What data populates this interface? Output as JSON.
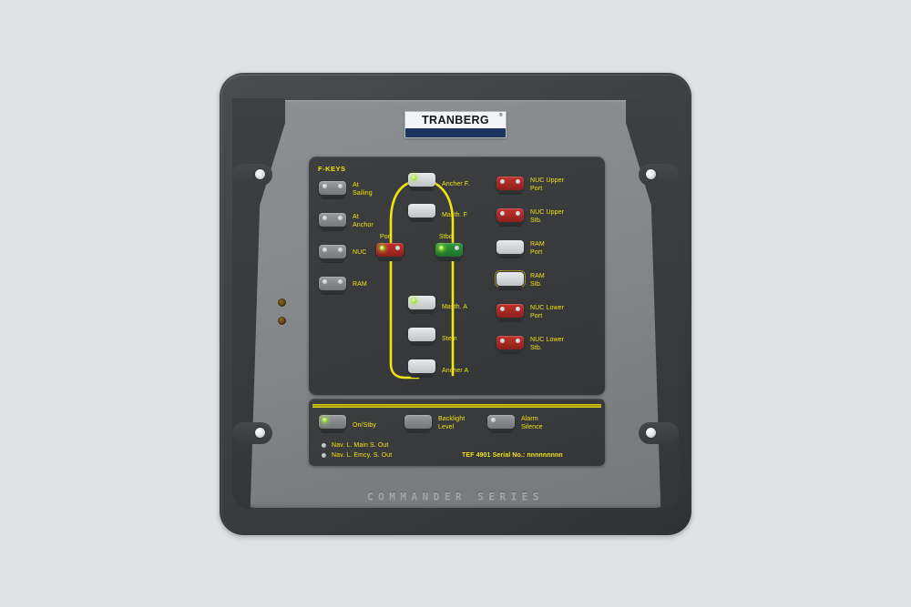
{
  "device": {
    "brand": "TRANBERG",
    "brand_registered_mark": "®",
    "series_text": "COMMANDER SERIES",
    "model_serial": "TEF 4901 Serial No.: nnnnnnnnn",
    "brand_bar_color": "#1b355e",
    "label_color": "#f2e312",
    "bezel_color": "#3b3d3f",
    "faceplate_color": "#84878a"
  },
  "panel": {
    "fkeys_header": "F-KEYS",
    "fkeys": [
      {
        "label": "At\nSailing",
        "style": "gray",
        "led_left": "dim",
        "led_right": "dim"
      },
      {
        "label": "At\nAnchor",
        "style": "gray",
        "led_left": "dim",
        "led_right": "dim"
      },
      {
        "label": "NUC",
        "style": "gray",
        "led_left": "dim",
        "led_right": "dim"
      },
      {
        "label": "RAM",
        "style": "gray",
        "led_left": "dim",
        "led_right": "dim"
      }
    ],
    "ship_lights": [
      {
        "label": "Ancher F.",
        "style": "white",
        "led_left": "lit",
        "led_right": "none"
      },
      {
        "label": "Masth. F",
        "style": "white",
        "led_left": "none",
        "led_right": "none"
      },
      {
        "label": "Masth. A",
        "style": "white",
        "led_left": "lit",
        "led_right": "none"
      },
      {
        "label": "Stem",
        "style": "white",
        "led_left": "none",
        "led_right": "none"
      },
      {
        "label": "Ancher A",
        "style": "white",
        "led_left": "none",
        "led_right": "none"
      }
    ],
    "sidelights": [
      {
        "label": "Port",
        "style": "red",
        "led_left": "lit",
        "led_right": "dim"
      },
      {
        "label": "Stbd",
        "style": "green",
        "led_left": "lit",
        "led_right": "dim"
      }
    ],
    "right_column": [
      {
        "label": "NUC Upper\nPort",
        "style": "red",
        "led_left": "dim",
        "led_right": "dim",
        "selected": false
      },
      {
        "label": "NUC Upper\nStb.",
        "style": "red",
        "led_left": "dim",
        "led_right": "dim",
        "selected": false
      },
      {
        "label": "RAM\nPort",
        "style": "white",
        "led_left": "none",
        "led_right": "none",
        "selected": false
      },
      {
        "label": "RAM\nStb.",
        "style": "white",
        "led_left": "none",
        "led_right": "none",
        "selected": true
      },
      {
        "label": "NUC Lower\nPort",
        "style": "red",
        "led_left": "dim",
        "led_right": "dim",
        "selected": false
      },
      {
        "label": "NUC Lower\nStb.",
        "style": "red",
        "led_left": "dim",
        "led_right": "dim",
        "selected": false
      }
    ],
    "bottom_buttons": [
      {
        "label": "On/Stby",
        "style": "gray",
        "led_left": "lit",
        "led_right": "none"
      },
      {
        "label": "Backlight\nLevel",
        "style": "gray",
        "led_left": "none",
        "led_right": "none"
      },
      {
        "label": "Alarm\nSilence",
        "style": "gray",
        "led_left": "dim",
        "led_right": "none"
      }
    ],
    "status_indicators": [
      {
        "label": "Nav. L. Main S. Out"
      },
      {
        "label": "Nav. L. Emcy. S. Out"
      }
    ]
  }
}
